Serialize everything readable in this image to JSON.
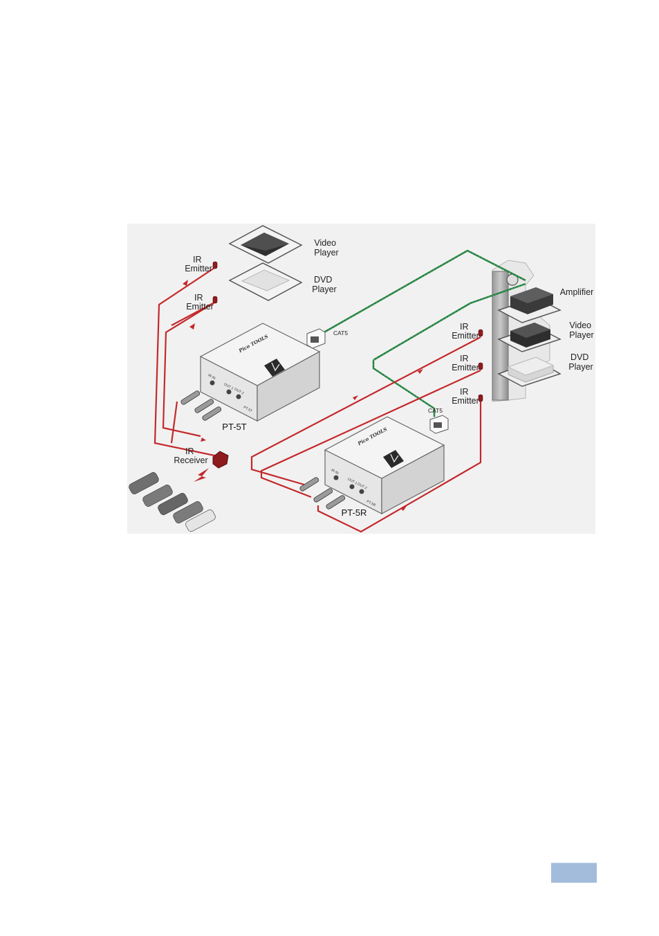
{
  "devices": {
    "transmitter_label": "PT-5T",
    "receiver_label": "PT-5R",
    "brand_text": "Pico TOOLS",
    "transmitter_model_tag": "PT-5T",
    "receiver_model_tag": "PT-5R",
    "port_labels": {
      "ir_in": "IR IN",
      "out1": "OUT 1",
      "out2": "OUT 2"
    }
  },
  "left_labels": {
    "ir_emitter_1": [
      "IR",
      "Emitter"
    ],
    "ir_emitter_2": [
      "IR",
      "Emitter"
    ],
    "ir_receiver": [
      "IR",
      "Receiver"
    ]
  },
  "top_labels": {
    "video_player": [
      "Video",
      "Player"
    ],
    "dvd_player": [
      "DVD",
      "Player"
    ]
  },
  "right_labels": {
    "amplifier": "Amplifier",
    "video_player": [
      "Video",
      "Player"
    ],
    "dvd_player": [
      "DVD",
      "Player"
    ],
    "ir_emitter_1": [
      "IR",
      "Emitter"
    ],
    "ir_emitter_2": [
      "IR",
      "Emitter"
    ],
    "ir_emitter_3": [
      "IR",
      "Emitter"
    ]
  },
  "cable_labels": {
    "cat5_left": "CAT5",
    "cat5_right": "CAT5"
  },
  "colors": {
    "ir_cable": "#c4282b",
    "cat5_cable": "#1d7a3a",
    "page_tab": "#a3bcdc"
  }
}
